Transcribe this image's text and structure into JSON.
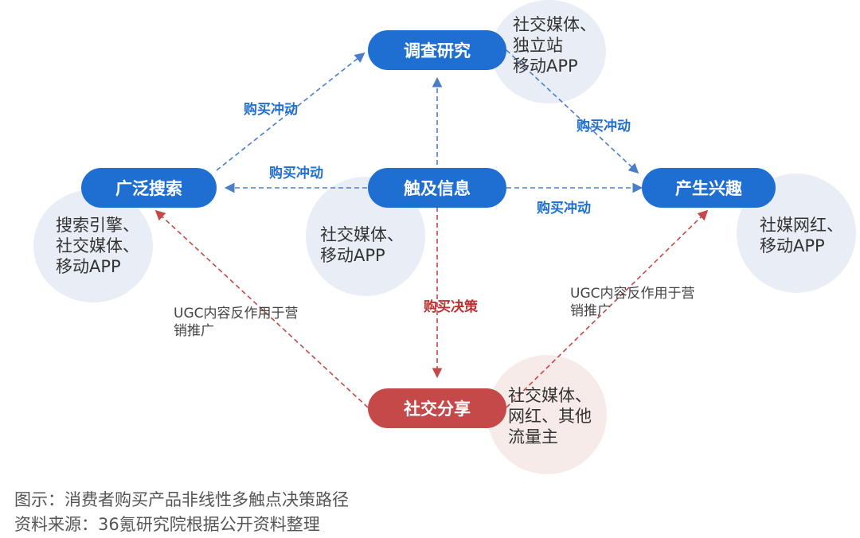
{
  "nodes": {
    "research": "调查研究",
    "search": "广泛搜索",
    "reach": "触及信息",
    "interest": "产生兴趣",
    "share": "社交分享"
  },
  "bubbles": {
    "research": "社交媒体、\n独立站\n移动APP",
    "search": "搜索引擎、\n社交媒体、\n移动APP",
    "reach": "社交媒体、\n移动APP",
    "interest": "社媒网红、\n移动APP",
    "share": "社交媒体、\n网红、其他\n流量主"
  },
  "edges": {
    "search_to_research": "购买冲动",
    "reach_to_search": "购买冲动",
    "research_to_interest": "购买冲动",
    "reach_to_interest": "购买冲动",
    "reach_to_share": "购买决策"
  },
  "ugc": {
    "left": "UGC内容反作用于营\n销推广",
    "right": "UGC内容反作用于营\n销推广"
  },
  "captions": {
    "line1": "图示：消费者购买产品非线性多触点决策路径",
    "line2": "资料来源：36氪研究院根据公开资料整理"
  },
  "colors": {
    "blue_node": "#1f6fd3",
    "red_node": "#c44948",
    "blue_bubble": "#e9edf5",
    "red_bubble": "#f7ebea"
  }
}
